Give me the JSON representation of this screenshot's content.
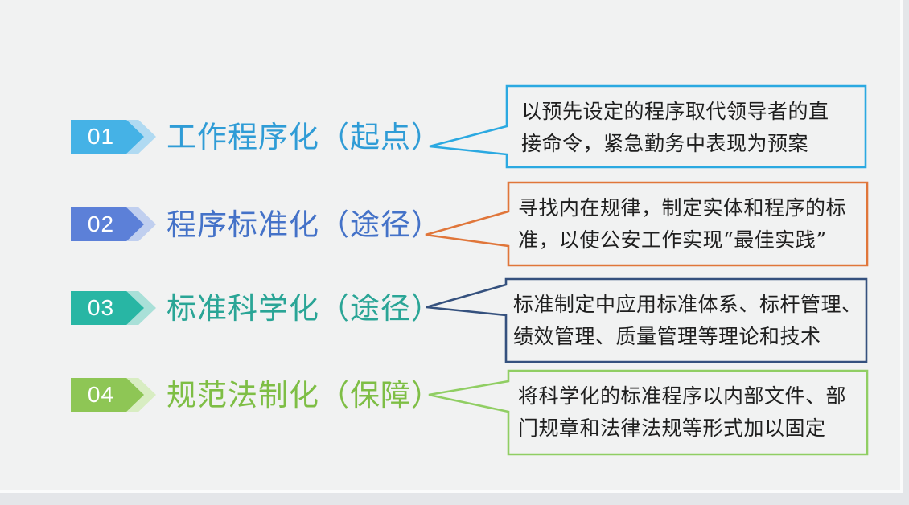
{
  "slide": {
    "background_color": "#f1f2f2",
    "edge_color": "#e4e6e9",
    "items": [
      {
        "number": "01",
        "title": "工作程序化（起点）",
        "title_color": "#2f9cd6",
        "badge_color": "#45b2e6",
        "badge_ghost_color": "#b0daf2",
        "callout_border": "#2ba9e1",
        "callout_lines": [
          "以预先设定的程序取代领导者的直",
          "接命令，紧急勤务中表现为预案"
        ]
      },
      {
        "number": "02",
        "title": "程序标准化（途径）",
        "title_color": "#4472c8",
        "badge_color": "#5c80d8",
        "badge_ghost_color": "#c0cfef",
        "callout_border": "#e0763a",
        "callout_lines": [
          "寻找内在规律，制定实体和程序的标",
          "准，以使公安工作实现“最佳实践”"
        ]
      },
      {
        "number": "03",
        "title": "标准科学化（途径）",
        "title_color": "#2aa596",
        "badge_color": "#28b6a4",
        "badge_ghost_color": "#a9e0d8",
        "callout_border": "#35517e",
        "callout_lines": [
          "标准制定中应用标准体系、标杆管理、",
          "绩效管理、质量管理等理论和技术"
        ]
      },
      {
        "number": "04",
        "title": "规范法制化（保障）",
        "title_color": "#7ebe45",
        "badge_color": "#8ec655",
        "badge_ghost_color": "#d8edc2",
        "callout_border": "#90ce63",
        "callout_lines": [
          "将科学化的标准程序以内部文件、部",
          "门规章和法律法规等形式加以固定"
        ]
      }
    ]
  }
}
